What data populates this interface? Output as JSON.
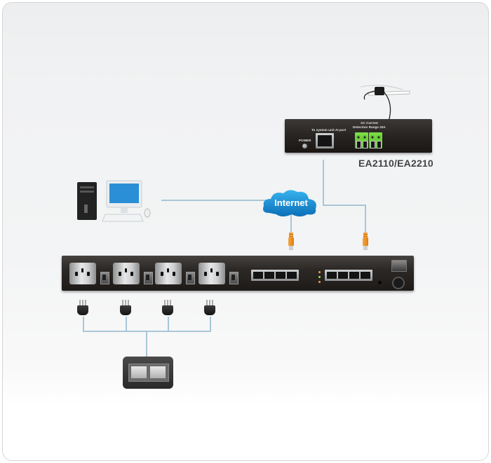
{
  "diagram": {
    "title": "",
    "nodes": {
      "meter": {
        "model_label": "EA2110/EA2210",
        "power_label": "POWER",
        "port_label": "To system unit AI port",
        "current_label_line1": "AC Current",
        "current_label_line2": "Detection Range 20A"
      },
      "internet": {
        "label": "Internet"
      },
      "computer": {
        "name": "computer"
      },
      "pdu": {
        "outlets": 4,
        "lan_ports_groups": 2,
        "ports_per_group": 4
      },
      "plugs": 4,
      "wall_outlet": {
        "name": "wall-outlet"
      }
    },
    "connections": [
      {
        "from": "computer",
        "to": "internet"
      },
      {
        "from": "internet",
        "to": "pdu-port-group-1"
      },
      {
        "from": "meter",
        "to": "pdu-port-group-2"
      },
      {
        "from": "pdu-outlets",
        "to": "plugs"
      },
      {
        "from": "plugs",
        "to": "wall-outlet"
      }
    ],
    "colors": {
      "line": "#a9c6d6",
      "cloud": "#1e8fd3",
      "terminal_green": "#6fd33a",
      "ethernet_orange": "#f39a2a",
      "device_body": "#2a2624"
    }
  }
}
